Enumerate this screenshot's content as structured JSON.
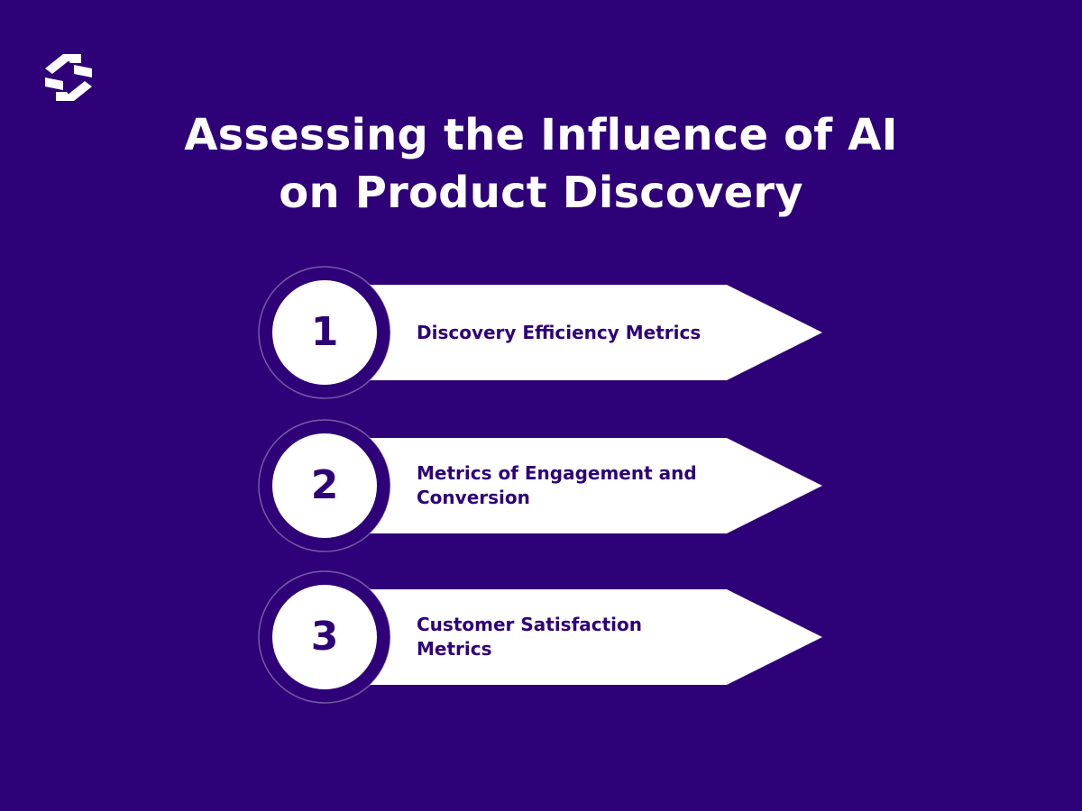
{
  "header": {
    "logo_icon": "s-monogram-logo-icon",
    "title_line1": "Assessing the Influence of AI",
    "title_line2": "on Product Discovery"
  },
  "steps": [
    {
      "number": "1",
      "label": "Discovery Efficiency Metrics"
    },
    {
      "number": "2",
      "label": "Metrics of Engagement and Conversion"
    },
    {
      "number": "3",
      "label": "Customer Satisfaction Metrics"
    }
  ],
  "colors": {
    "background": "#2e0178",
    "accent_text": "#2e0178",
    "card": "#ffffff",
    "circle_ring": "#4a1f95"
  }
}
